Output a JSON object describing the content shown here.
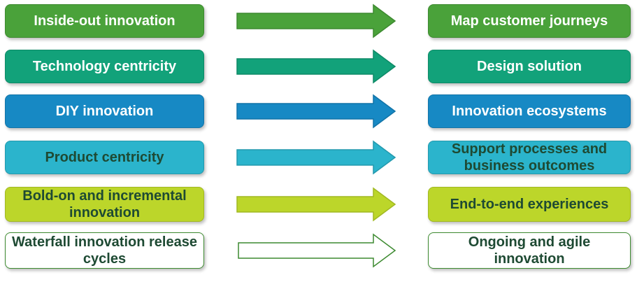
{
  "rows": [
    {
      "from": "Inside-out innovation",
      "to": "Map customer journeys",
      "fill": "#4aa23a",
      "border": "#3d8a30",
      "text_color": "#ffffff",
      "arrow_fill": "#4aa23a",
      "arrow_stroke": "#3d8a30"
    },
    {
      "from": "Technology centricity",
      "to": "Design solution",
      "fill": "#12a27a",
      "border": "#0e8a67",
      "text_color": "#ffffff",
      "arrow_fill": "#12a27a",
      "arrow_stroke": "#0e8a67"
    },
    {
      "from": "DIY innovation",
      "to": "Innovation ecosystems",
      "fill": "#1789c4",
      "border": "#1274a8",
      "text_color": "#ffffff",
      "arrow_fill": "#1789c4",
      "arrow_stroke": "#1274a8"
    },
    {
      "from": "Product centricity",
      "to": "Support processes and business outcomes",
      "fill": "#2bb4cc",
      "border": "#2399ad",
      "text_color": "#1e4a33",
      "arrow_fill": "#2bb4cc",
      "arrow_stroke": "#2399ad"
    },
    {
      "from": "Bold-on and incremental innovation",
      "to": "End-to-end experiences",
      "fill": "#bcd62a",
      "border": "#a1b823",
      "text_color": "#1e4a33",
      "arrow_fill": "#bcd62a",
      "arrow_stroke": "#a1b823"
    },
    {
      "from": "Waterfall innovation release cycles",
      "to": "Ongoing and agile innovation",
      "fill": "#ffffff",
      "border": "#3d8a30",
      "text_color": "#1e4a33",
      "arrow_fill": "#ffffff",
      "arrow_stroke": "#3d8a30"
    }
  ]
}
